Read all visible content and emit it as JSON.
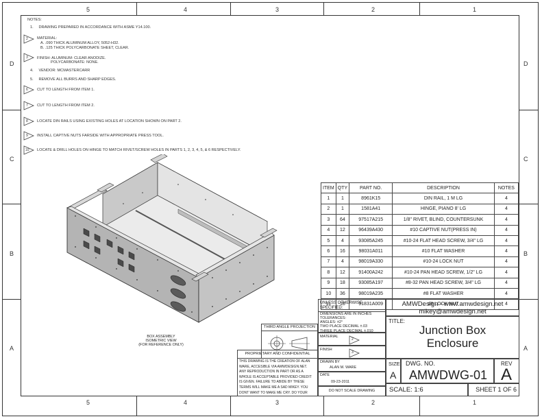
{
  "zones": {
    "columns": [
      "5",
      "4",
      "3",
      "2",
      "1"
    ],
    "rows": [
      "D",
      "C",
      "B",
      "A"
    ]
  },
  "notes": {
    "heading": "NOTES:",
    "items": [
      {
        "num": "1.",
        "text": "DRAWING PREPARED IN ACCORDANCE WITH ASME Y14.100.",
        "flag": false
      },
      {
        "num": "2",
        "text": "MATERIAL:",
        "sub": [
          "A.   .090 THICK ALUMINUM ALLOY, 5052-H32.",
          "B.   .125 THICK POLYCARBONATE SHEET, CLEAR."
        ],
        "flag": true
      },
      {
        "num": "3",
        "text": "FINISH: ALUMINUM: CLEAR ANODIZE.",
        "sub": [
          "POLYCARBONATE: NONE."
        ],
        "flag": true
      },
      {
        "num": "4.",
        "text": "VENDOR: MCMASTERCARR",
        "flag": false
      },
      {
        "num": "5.",
        "text": "REMOVE ALL BURRS AND SHARP EDGES.",
        "flag": false
      },
      {
        "num": "6",
        "text": "CUT TO LENGTH FROM ITEM 1.",
        "flag": true
      },
      {
        "num": "7",
        "text": "CUT TO LENGTH FROM ITEM 2.",
        "flag": true
      },
      {
        "num": "8",
        "text": "LOCATE DIN RAILS USING EXISTING HOLES AT LOCATION SHOWN ON PART 2.",
        "flag": true
      },
      {
        "num": "9",
        "text": "INSTALL CAPTIVE NUTS FARSIDE WITH APPROPRIATE PRESS TOOL.",
        "flag": true
      },
      {
        "num": "10",
        "text": "LOCATE & DRILL HOLES ON HINGE TO MATCH RIVET/SCREW HOLES IN PARTS 1, 2, 3, 4, 5, & 6 RESPECTIVELY.",
        "flag": true
      }
    ]
  },
  "view_caption": [
    "BOX ASSEMBLY",
    "ISOMETRIC VIEW",
    "(FOR REFERENCE ONLY)"
  ],
  "bom": {
    "headers": [
      "ITEM",
      "QTY",
      "PART NO.",
      "DESCRIPTION",
      "NOTES"
    ],
    "rows": [
      [
        "1",
        "1",
        "8961K15",
        "DIN RAIL, 1 M LG",
        "4"
      ],
      [
        "2",
        "1",
        "1581A41",
        "HINGE, PIANO 8' LG",
        "4"
      ],
      [
        "3",
        "64",
        "97517A215",
        "1/8\" RIVET, BLIND, COUNTERSUNK",
        "4"
      ],
      [
        "4",
        "12",
        "96439A430",
        "#10 CAPTIVE NUT(PRESS IN)",
        "4"
      ],
      [
        "5",
        "4",
        "93085A245",
        "#10-24 FLAT HEAD SCREW, 3/4\" LG",
        "4"
      ],
      [
        "6",
        "16",
        "98031A011",
        "#10 FLAT WASHER",
        "4"
      ],
      [
        "7",
        "4",
        "98019A330",
        "#10-24 LOCK NUT",
        "4"
      ],
      [
        "8",
        "12",
        "91400A242",
        "#10-24 PAN HEAD SCREW, 1/2\" LG",
        "4"
      ],
      [
        "9",
        "18",
        "93085A197",
        "#8-32 PAN HEAD SCREW, 3/4\" LG",
        "4"
      ],
      [
        "10",
        "36",
        "98019A235",
        "#8 FLAT WASHER",
        "4"
      ],
      [
        "11",
        "18",
        "91831A009",
        "#8 LOCK NUT",
        "4"
      ]
    ]
  },
  "titleblock": {
    "unless": "UNLESS OTHERWISE SPECIFIED:",
    "dims": "DIMENSIONS ARE IN INCHES",
    "tol": "TOLERANCES:",
    "angles": "ANGLES: ±2°",
    "two_place": "TWO PLACE DECIMAL    ±.03",
    "three_place": "THREE PLACE DECIMAL   ±.010",
    "material": "MATERIAL",
    "material_flag": "2",
    "finish": "FINISH",
    "finish_flag": "3",
    "drawn_by": "DRAWN BY",
    "drawn_name": "ALAN M. WARE",
    "date_label": "DATE",
    "date": "09-23-2011",
    "no_scale": "DO NOT SCALE DRAWING",
    "company1": "AMWDesign - www.amwdesign.net",
    "company2": "mikey@amwdesign.net",
    "title_label": "TITLE:",
    "title1": "Junction Box",
    "title2": "Enclosure",
    "size_label": "SIZE",
    "size": "A",
    "dwg_label": "DWG.  NO.",
    "dwg_no": "AMWDWG-01",
    "rev_label": "REV",
    "rev": "A",
    "scale": "SCALE: 1:6",
    "sheet": "SHEET 1 OF 6",
    "projection": "THIRD ANGLE PROJECTION",
    "prop_title": "PROPRIETARY AND CONFIDENTIAL",
    "prop_lines": [
      "THIS DRAWING IS THE CREATION OF ALAN",
      "WARE, ACCESIBLE VIA AMWDESIGN.NET.",
      "ANY REPRODUCTION IN PART OR AS A",
      "WHOLE IS ACCEPTABLE PROVIDED CREDIT",
      "IS GIVEN. FAILURE TO ABIDE BY THESE",
      "TERMS WILL MAKE ME A SAD MIKEY. YOU",
      "DONT WANT TO MAKE ME CRY. DO YOUR"
    ]
  },
  "colors": {
    "line": "#333333",
    "box_face": "#b4b4b4",
    "box_top": "#dadada"
  }
}
